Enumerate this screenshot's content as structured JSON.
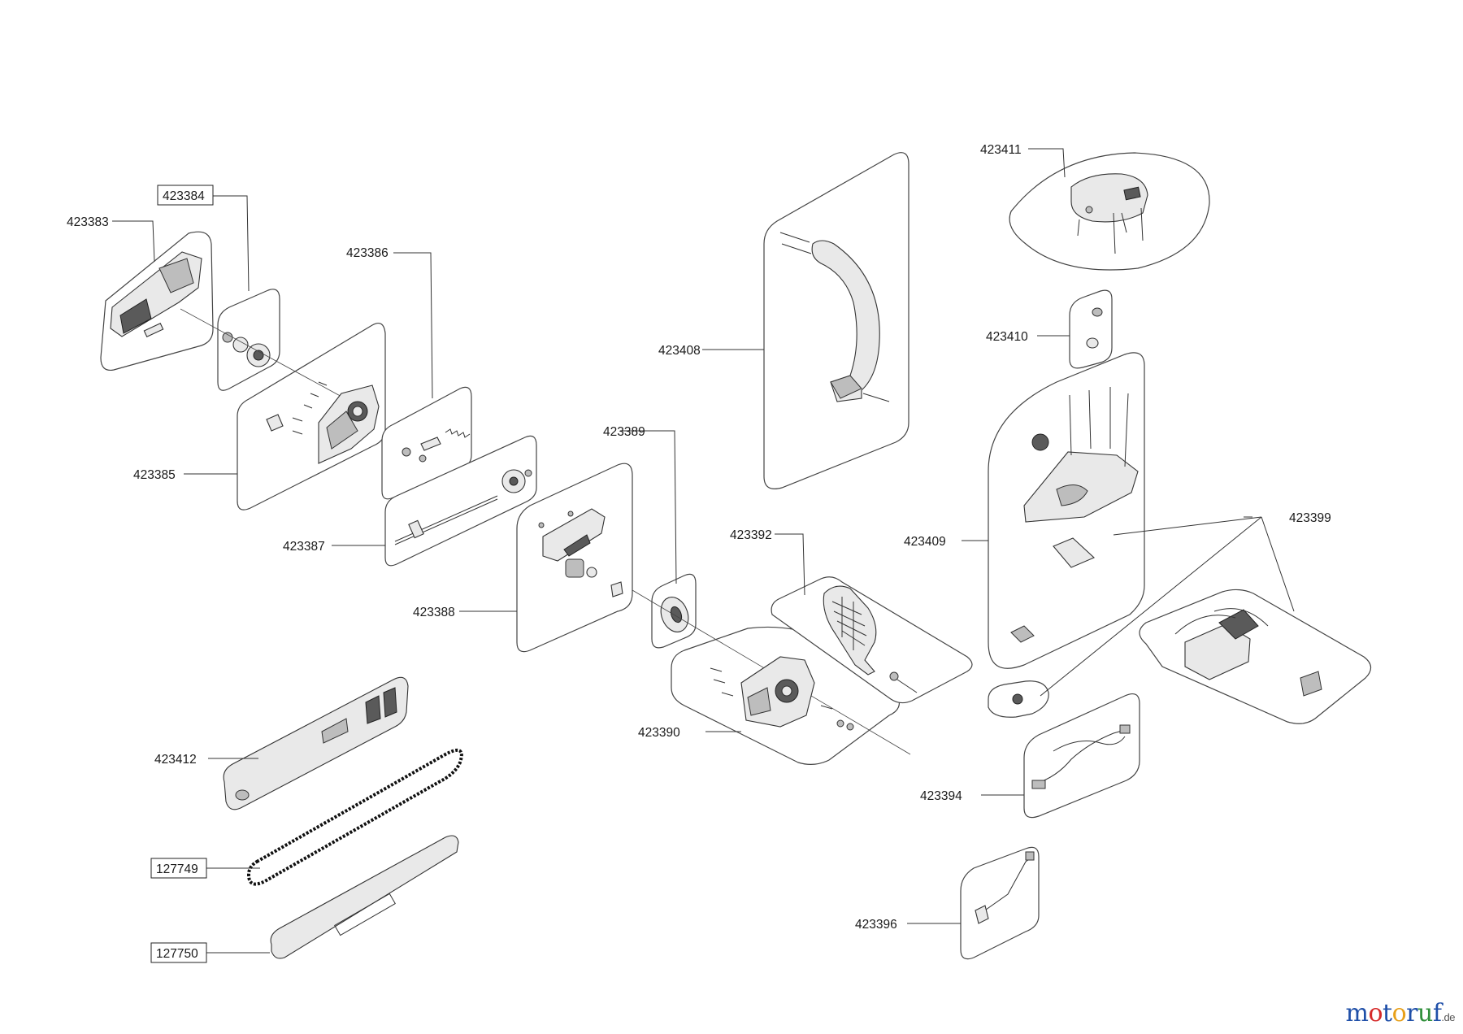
{
  "parts": {
    "p423383": "423383",
    "p423384": "423384",
    "p423385": "423385",
    "p423386": "423386",
    "p423387": "423387",
    "p423388": "423388",
    "p423389": "423389",
    "p423390": "423390",
    "p423392": "423392",
    "p423394": "423394",
    "p423396": "423396",
    "p423399": "423399",
    "p423408": "423408",
    "p423409": "423409",
    "p423410": "423410",
    "p423411": "423411",
    "p423412": "423412",
    "p127749": "127749",
    "p127750": "127750"
  },
  "watermark": {
    "letters": [
      "m",
      "o",
      "t",
      "o",
      "r",
      "u",
      "f"
    ],
    "suffix": ".de"
  },
  "colors": {
    "watermark_m": "#1f4fa8",
    "watermark_o1": "#d62b2b",
    "watermark_t": "#1f4fa8",
    "watermark_o2": "#e8a019",
    "watermark_r": "#1f4fa8",
    "watermark_u": "#2f8f3a",
    "watermark_f": "#1f4fa8"
  }
}
